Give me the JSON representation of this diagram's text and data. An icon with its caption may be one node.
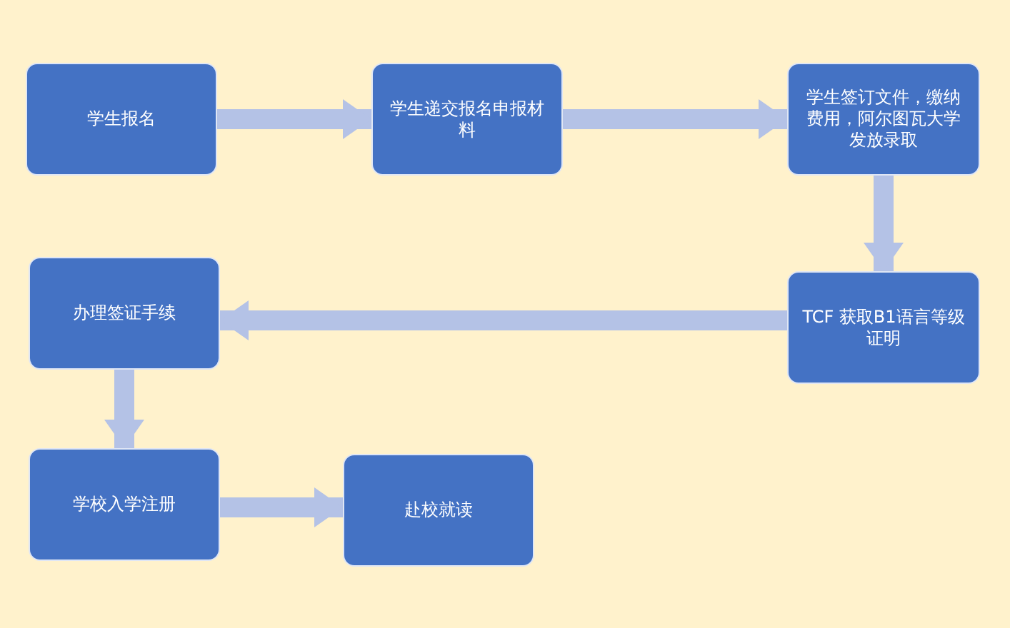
{
  "diagram": {
    "nodes": [
      {
        "text": [
          "学生报名"
        ]
      },
      {
        "text": [
          "学生递交报名申报材料"
        ]
      },
      {
        "text": [
          "学生签订文件，缴纳费用，阿尔图瓦大学发放录取"
        ]
      },
      {
        "text": [
          "TCF 获取B1语言等级证明"
        ]
      },
      {
        "text": [
          "办理签证手续"
        ]
      },
      {
        "text": [
          "学校入学注册"
        ]
      },
      {
        "text": [
          "赴校就读"
        ]
      }
    ],
    "edges": [
      {
        "from": 0,
        "to": 1,
        "arrow": "to"
      },
      {
        "from": 1,
        "to": 2,
        "arrow": "to"
      },
      {
        "from": 2,
        "to": 3,
        "arrow": "to"
      },
      {
        "from": 3,
        "to": 4,
        "arrow": "to"
      },
      {
        "from": 4,
        "to": 5,
        "arrow": "to"
      },
      {
        "from": 5,
        "to": 6,
        "arrow": "to"
      }
    ]
  }
}
